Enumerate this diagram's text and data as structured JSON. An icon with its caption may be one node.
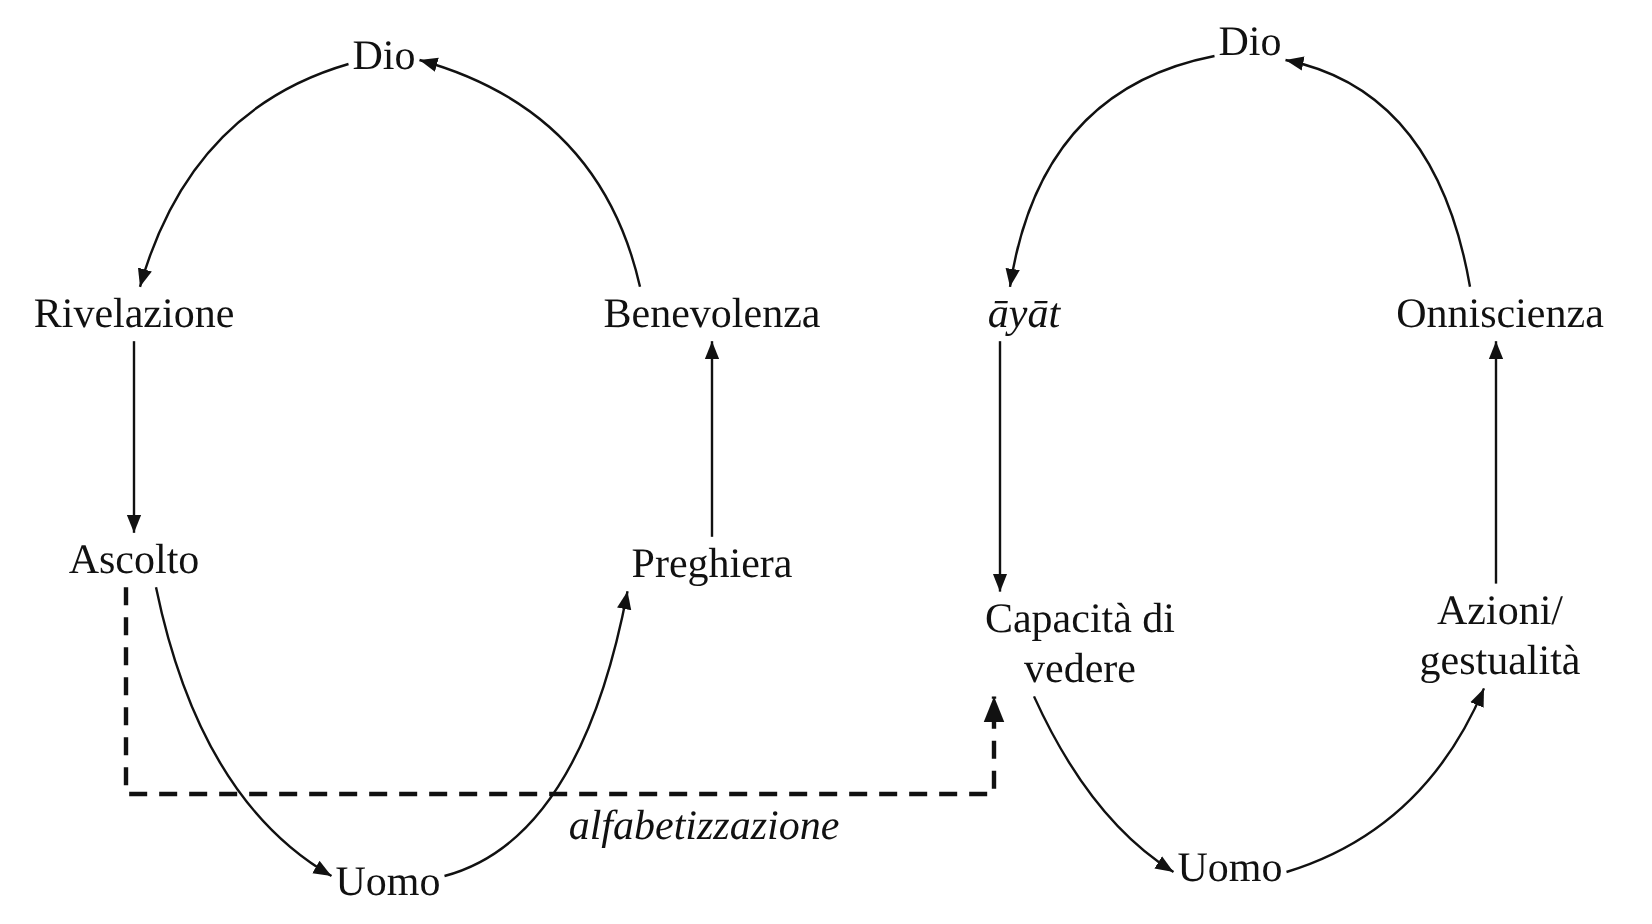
{
  "diagram": {
    "nodes": [
      {
        "text": [
          "Dio"
        ]
      },
      {
        "text": [
          "Rivelazione"
        ]
      },
      {
        "text": [
          "Benevolenza"
        ]
      },
      {
        "text": [
          "Ascolto"
        ]
      },
      {
        "text": [
          "Preghiera"
        ]
      },
      {
        "text": [
          "Uomo"
        ]
      },
      {
        "text": [
          "Dio"
        ]
      },
      {
        "text": [
          "āyāt"
        ]
      },
      {
        "text": [
          "Onniscienza"
        ]
      },
      {
        "text": [
          "Capacità di vedere"
        ]
      },
      {
        "text": [
          "Azioni/ gestualità"
        ]
      },
      {
        "text": [
          "Uomo"
        ]
      }
    ],
    "edges": [
      {
        "from": 0,
        "to": 1,
        "arrow": "to"
      },
      {
        "from": 1,
        "to": 3,
        "arrow": "to"
      },
      {
        "from": 3,
        "to": 5,
        "arrow": "to"
      },
      {
        "from": 5,
        "to": 4,
        "arrow": "to"
      },
      {
        "from": 4,
        "to": 2,
        "arrow": "to"
      },
      {
        "from": 2,
        "to": 0,
        "arrow": "to"
      },
      {
        "from": 3,
        "to": 9,
        "arrow": "to",
        "label": "alfabetizzazione",
        "style": "dashed"
      },
      {
        "from": 6,
        "to": 7,
        "arrow": "to"
      },
      {
        "from": 7,
        "to": 9,
        "arrow": "to"
      },
      {
        "from": 9,
        "to": 11,
        "arrow": "to"
      },
      {
        "from": 11,
        "to": 10,
        "arrow": "to"
      },
      {
        "from": 10,
        "to": 8,
        "arrow": "to"
      },
      {
        "from": 8,
        "to": 6,
        "arrow": "to"
      }
    ]
  }
}
